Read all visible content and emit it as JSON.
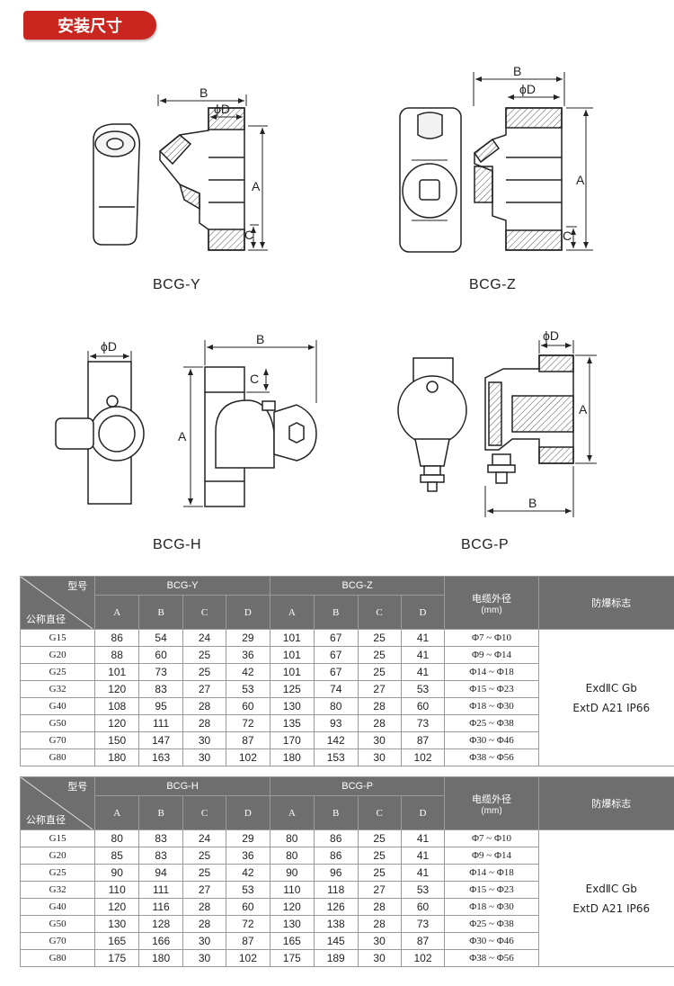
{
  "section_title": "安装尺寸",
  "dim_labels": {
    "B": "B",
    "D": "ϕD",
    "A": "A",
    "C": "C"
  },
  "captions": {
    "y": "BCG-Y",
    "z": "BCG-Z",
    "h": "BCG-H",
    "p": "BCG-P"
  },
  "table_header": {
    "model": "型号",
    "nominal": "公称直径",
    "cable": "电缆外径",
    "cable_unit": "(mm)",
    "ex": "防爆标志",
    "cols": [
      "A",
      "B",
      "C",
      "D"
    ]
  },
  "table1": {
    "group1": "BCG-Y",
    "group2": "BCG-Z",
    "ex_line1": "ExdⅡC Gb",
    "ex_line2": "ExtD A21 IP66",
    "rows": [
      {
        "nom": "G15",
        "a1": "86",
        "b1": "54",
        "c1": "24",
        "d1": "29",
        "a2": "101",
        "b2": "67",
        "c2": "25",
        "d2": "41",
        "cable": "Φ7 ~ Φ10"
      },
      {
        "nom": "G20",
        "a1": "88",
        "b1": "60",
        "c1": "25",
        "d1": "36",
        "a2": "101",
        "b2": "67",
        "c2": "25",
        "d2": "41",
        "cable": "Φ9 ~ Φ14"
      },
      {
        "nom": "G25",
        "a1": "101",
        "b1": "73",
        "c1": "25",
        "d1": "42",
        "a2": "101",
        "b2": "67",
        "c2": "25",
        "d2": "41",
        "cable": "Φ14 ~ Φ18"
      },
      {
        "nom": "G32",
        "a1": "120",
        "b1": "83",
        "c1": "27",
        "d1": "53",
        "a2": "125",
        "b2": "74",
        "c2": "27",
        "d2": "53",
        "cable": "Φ15 ~ Φ23"
      },
      {
        "nom": "G40",
        "a1": "108",
        "b1": "95",
        "c1": "28",
        "d1": "60",
        "a2": "130",
        "b2": "80",
        "c2": "28",
        "d2": "60",
        "cable": "Φ18 ~ Φ30"
      },
      {
        "nom": "G50",
        "a1": "120",
        "b1": "111",
        "c1": "28",
        "d1": "72",
        "a2": "135",
        "b2": "93",
        "c2": "28",
        "d2": "73",
        "cable": "Φ25 ~ Φ38"
      },
      {
        "nom": "G70",
        "a1": "150",
        "b1": "147",
        "c1": "30",
        "d1": "87",
        "a2": "170",
        "b2": "142",
        "c2": "30",
        "d2": "87",
        "cable": "Φ30 ~ Φ46"
      },
      {
        "nom": "G80",
        "a1": "180",
        "b1": "163",
        "c1": "30",
        "d1": "102",
        "a2": "180",
        "b2": "153",
        "c2": "30",
        "d2": "102",
        "cable": "Φ38 ~ Φ56"
      }
    ]
  },
  "table2": {
    "group1": "BCG-H",
    "group2": "BCG-P",
    "ex_line1": "ExdⅡC Gb",
    "ex_line2": "ExtD A21 IP66",
    "rows": [
      {
        "nom": "G15",
        "a1": "80",
        "b1": "83",
        "c1": "24",
        "d1": "29",
        "a2": "80",
        "b2": "86",
        "c2": "25",
        "d2": "41",
        "cable": "Φ7 ~ Φ10"
      },
      {
        "nom": "G20",
        "a1": "85",
        "b1": "83",
        "c1": "25",
        "d1": "36",
        "a2": "80",
        "b2": "86",
        "c2": "25",
        "d2": "41",
        "cable": "Φ9 ~ Φ14"
      },
      {
        "nom": "G25",
        "a1": "90",
        "b1": "94",
        "c1": "25",
        "d1": "42",
        "a2": "90",
        "b2": "96",
        "c2": "25",
        "d2": "41",
        "cable": "Φ14 ~ Φ18"
      },
      {
        "nom": "G32",
        "a1": "110",
        "b1": "111",
        "c1": "27",
        "d1": "53",
        "a2": "110",
        "b2": "118",
        "c2": "27",
        "d2": "53",
        "cable": "Φ15 ~ Φ23"
      },
      {
        "nom": "G40",
        "a1": "120",
        "b1": "116",
        "c1": "28",
        "d1": "60",
        "a2": "120",
        "b2": "126",
        "c2": "28",
        "d2": "60",
        "cable": "Φ18 ~ Φ30"
      },
      {
        "nom": "G50",
        "a1": "130",
        "b1": "128",
        "c1": "28",
        "d1": "72",
        "a2": "130",
        "b2": "138",
        "c2": "28",
        "d2": "73",
        "cable": "Φ25 ~ Φ38"
      },
      {
        "nom": "G70",
        "a1": "165",
        "b1": "166",
        "c1": "30",
        "d1": "87",
        "a2": "165",
        "b2": "145",
        "c2": "30",
        "d2": "87",
        "cable": "Φ30 ~ Φ46"
      },
      {
        "nom": "G80",
        "a1": "175",
        "b1": "180",
        "c1": "30",
        "d1": "102",
        "a2": "175",
        "b2": "189",
        "c2": "30",
        "d2": "102",
        "cable": "Φ38 ~ Φ56"
      }
    ]
  }
}
